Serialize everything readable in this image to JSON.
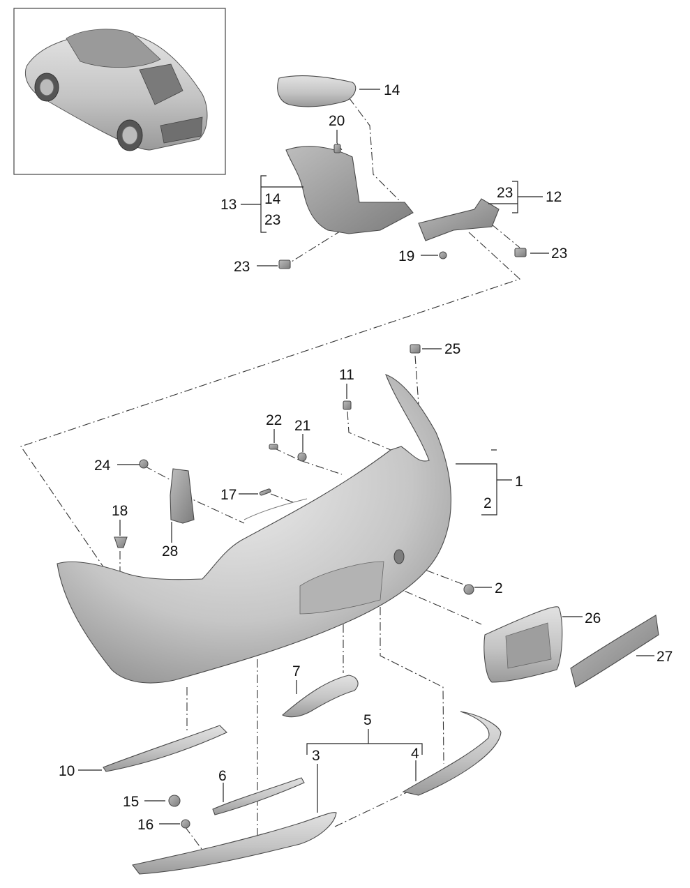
{
  "inset": {
    "frame": "thumbnail-frame",
    "subject": "vehicle-rear-three-quarter"
  },
  "labels": {
    "l1": "1",
    "l2a": "2",
    "l2b": "2",
    "l3": "3",
    "l4": "4",
    "l5": "5",
    "l6": "6",
    "l7": "7",
    "l10": "10",
    "l11": "11",
    "l12": "12",
    "l13": "13",
    "l14a": "14",
    "l14b": "14",
    "l15": "15",
    "l16": "16",
    "l17": "17",
    "l18": "18",
    "l19": "19",
    "l20": "20",
    "l21": "21",
    "l22": "22",
    "l23a": "23",
    "l23b": "23",
    "l23c": "23",
    "l23d": "23",
    "l24": "24",
    "l25": "25",
    "l26": "26",
    "l27": "27",
    "l28": "28"
  },
  "colors": {
    "part": "#c9c9c9",
    "part_shadow": "#8e8e8e",
    "line": "#222222",
    "frame": "#444444"
  }
}
